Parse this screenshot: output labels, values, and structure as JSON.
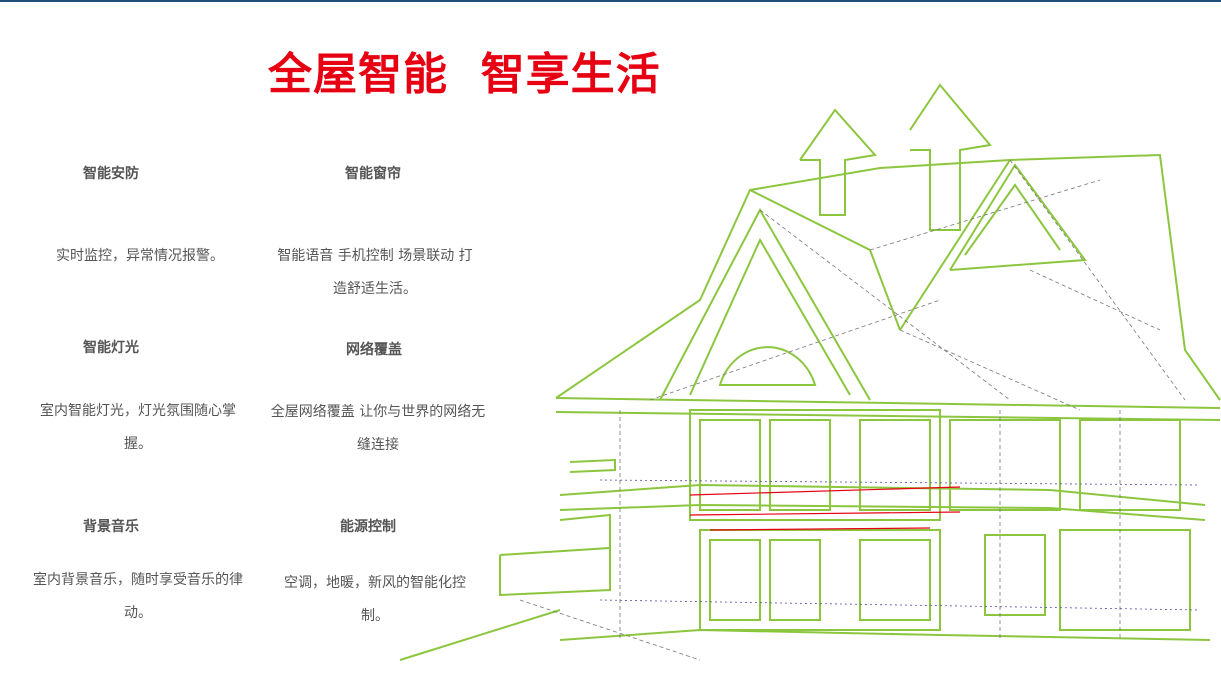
{
  "title": "全屋智能  智享生活",
  "features": [
    {
      "title": "智能安防",
      "desc": "实时监控，异常情况报警。"
    },
    {
      "title": "智能窗帘",
      "desc": "智能语音 手机控制 场景联动 打造舒适生活。"
    },
    {
      "title": "智能灯光",
      "desc": "室内智能灯光，灯光氛围随心掌握。"
    },
    {
      "title": "网络覆盖",
      "desc": "全屋网络覆盖  让你与世界的网络无缝连接"
    },
    {
      "title": "背景音乐",
      "desc": "室内背景音乐，随时享受音乐的律动。"
    },
    {
      "title": "能源控制",
      "desc": "空调，地暖，新风的智能化控制。"
    }
  ],
  "colors": {
    "title": "#e60012",
    "text": "#555555",
    "wireframe_green": "#8cc63f",
    "top_line": "#1f4e79"
  }
}
